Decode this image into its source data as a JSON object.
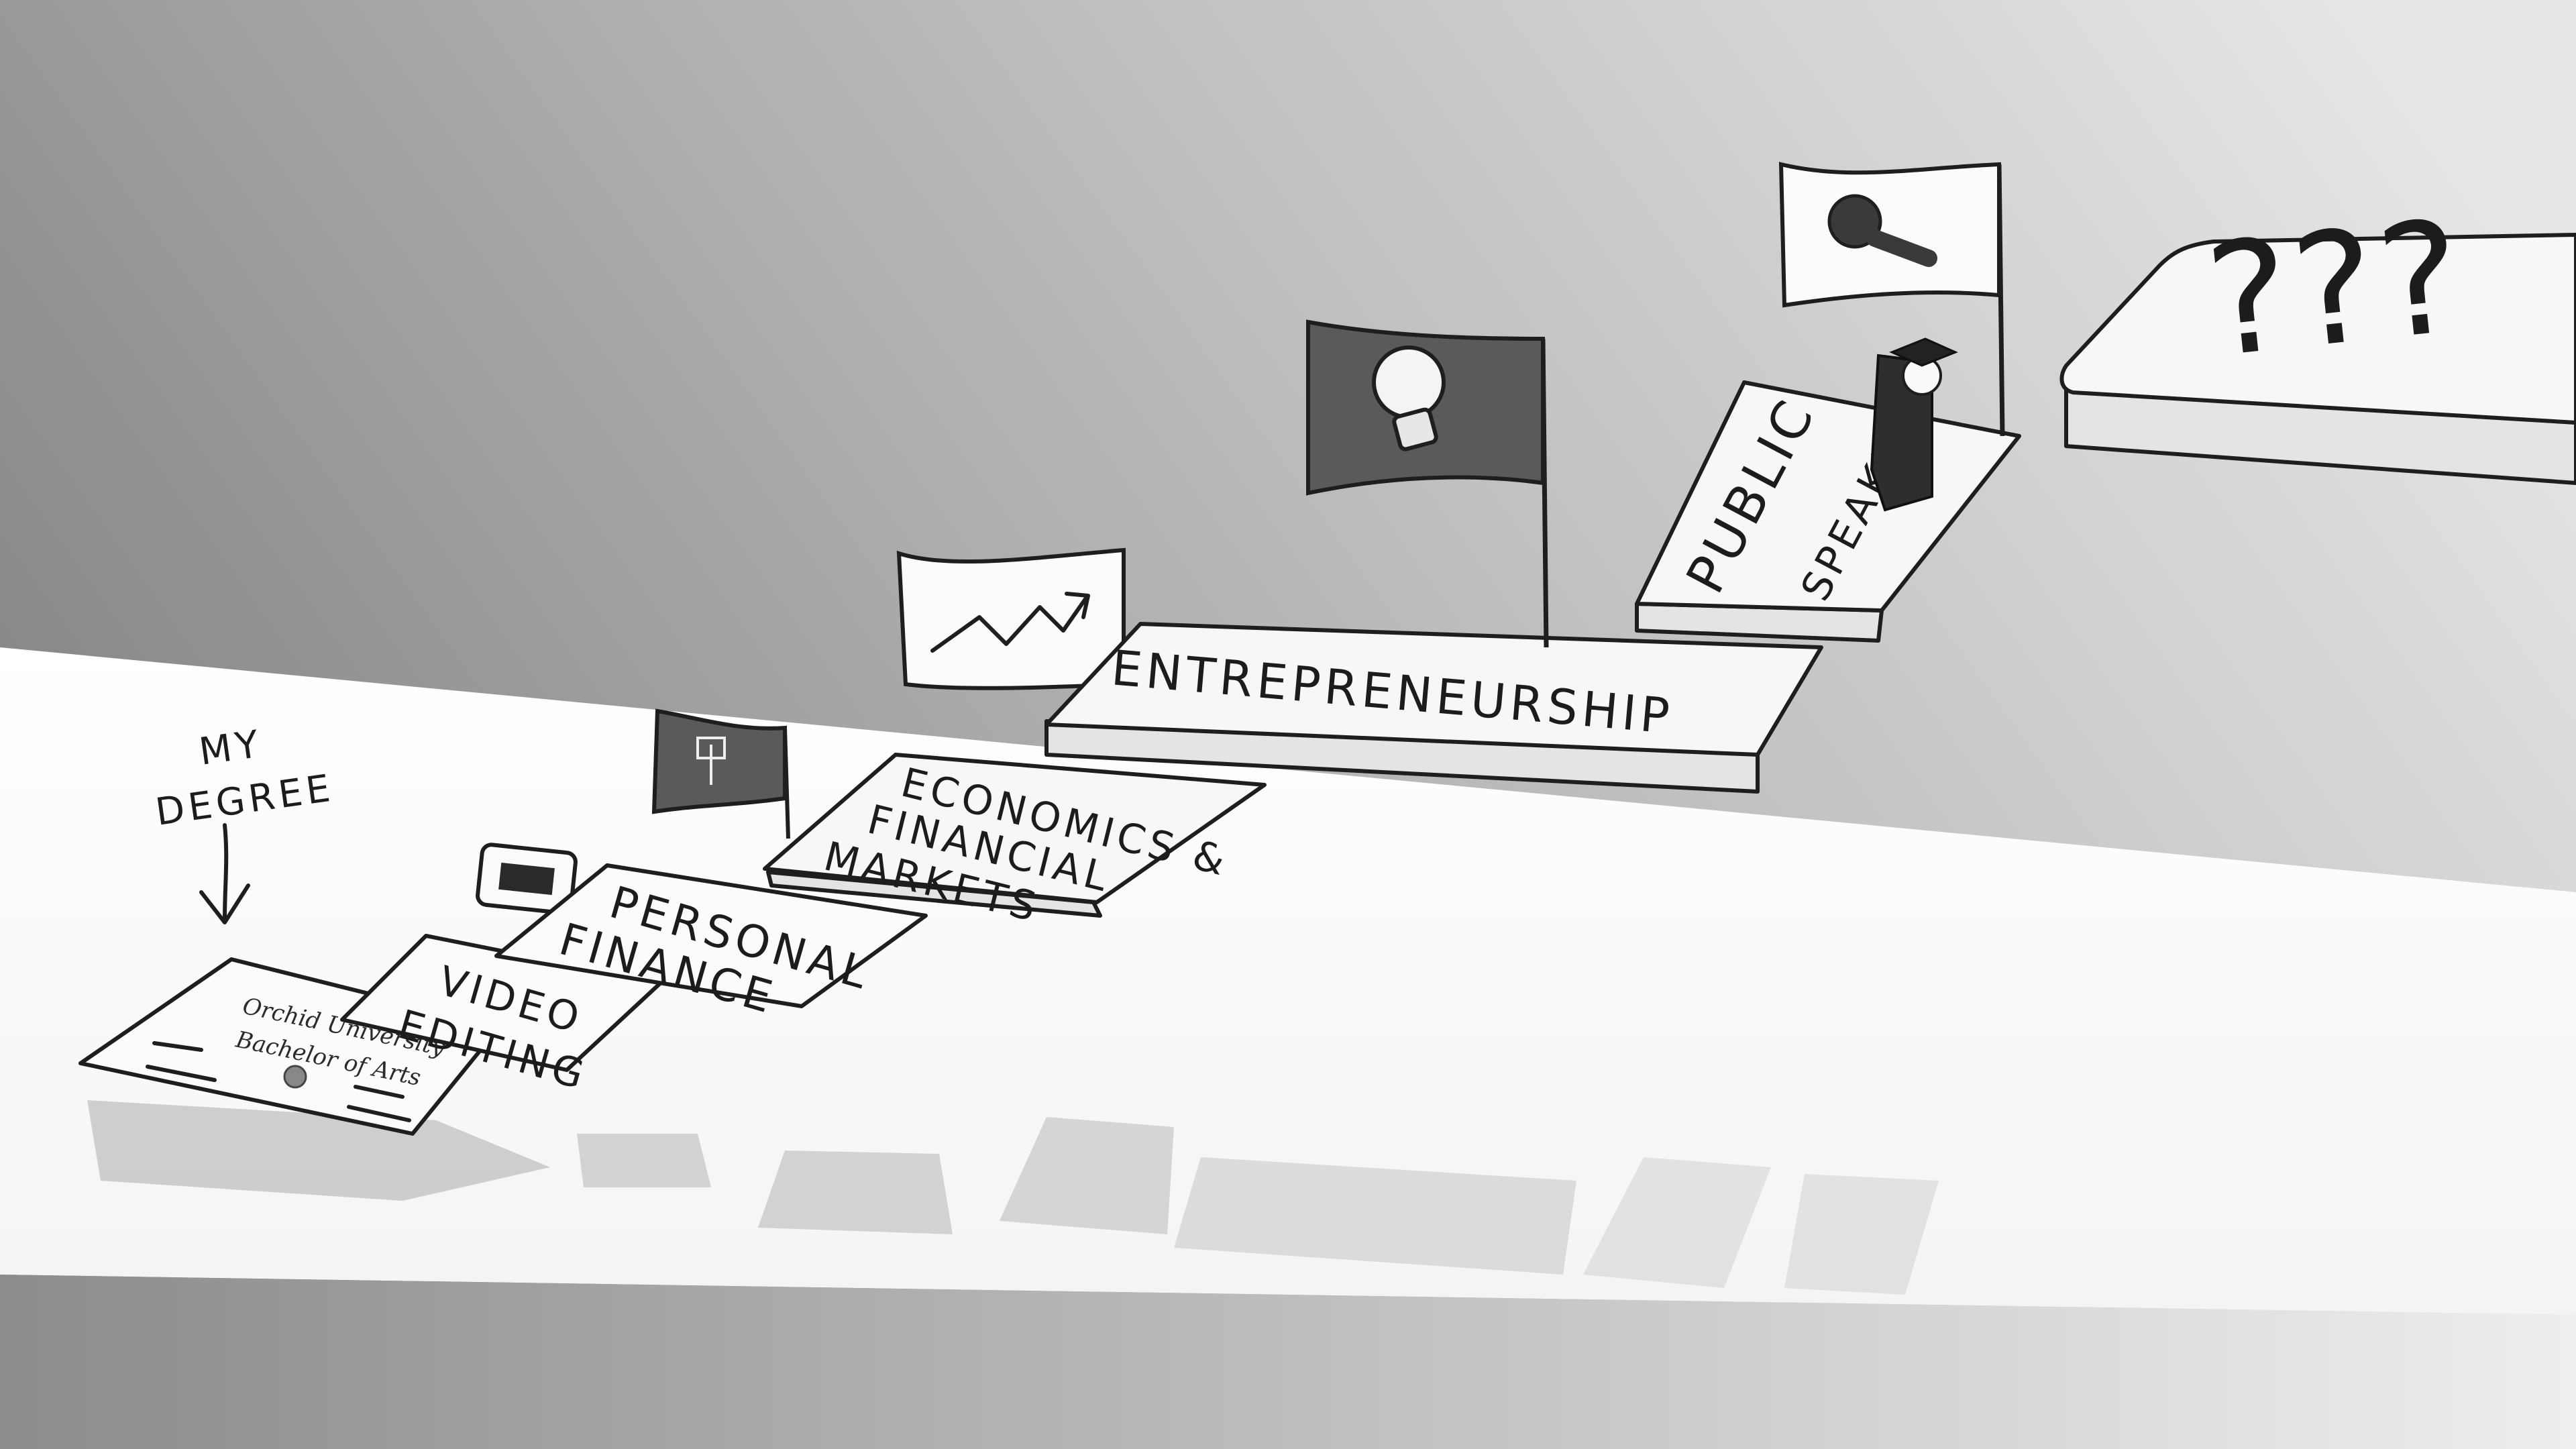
{
  "scene": {
    "annotation": {
      "line1": "MY",
      "line2": "DEGREE"
    },
    "diploma": {
      "institution": "Orchid University",
      "degree": "Bachelor of Arts"
    },
    "steps": [
      {
        "label": "VIDEO",
        "label2": "EDITING",
        "icon": "film-reel-icon"
      },
      {
        "label": "PERSONAL",
        "label2": "FINANCE",
        "icon": "money-plant-icon"
      },
      {
        "label": "ECONOMICS &",
        "label2": "FINANCIAL",
        "label3": "MARKETS",
        "icon": "trend-arrow-icon"
      },
      {
        "label": "ENTREPRENEURSHIP",
        "icon": "lightbulb-icon"
      },
      {
        "label": "PUBLIC",
        "label2": "SPEAKING",
        "icon": "microphone-icon"
      }
    ],
    "next_step": "???",
    "colors": {
      "wall_dark": "#8a8a8a",
      "wall_light": "#e3e3e3",
      "floor": "#ffffff",
      "ink": "#1e1e1e",
      "flag_dark": "#5a5a5a"
    }
  }
}
